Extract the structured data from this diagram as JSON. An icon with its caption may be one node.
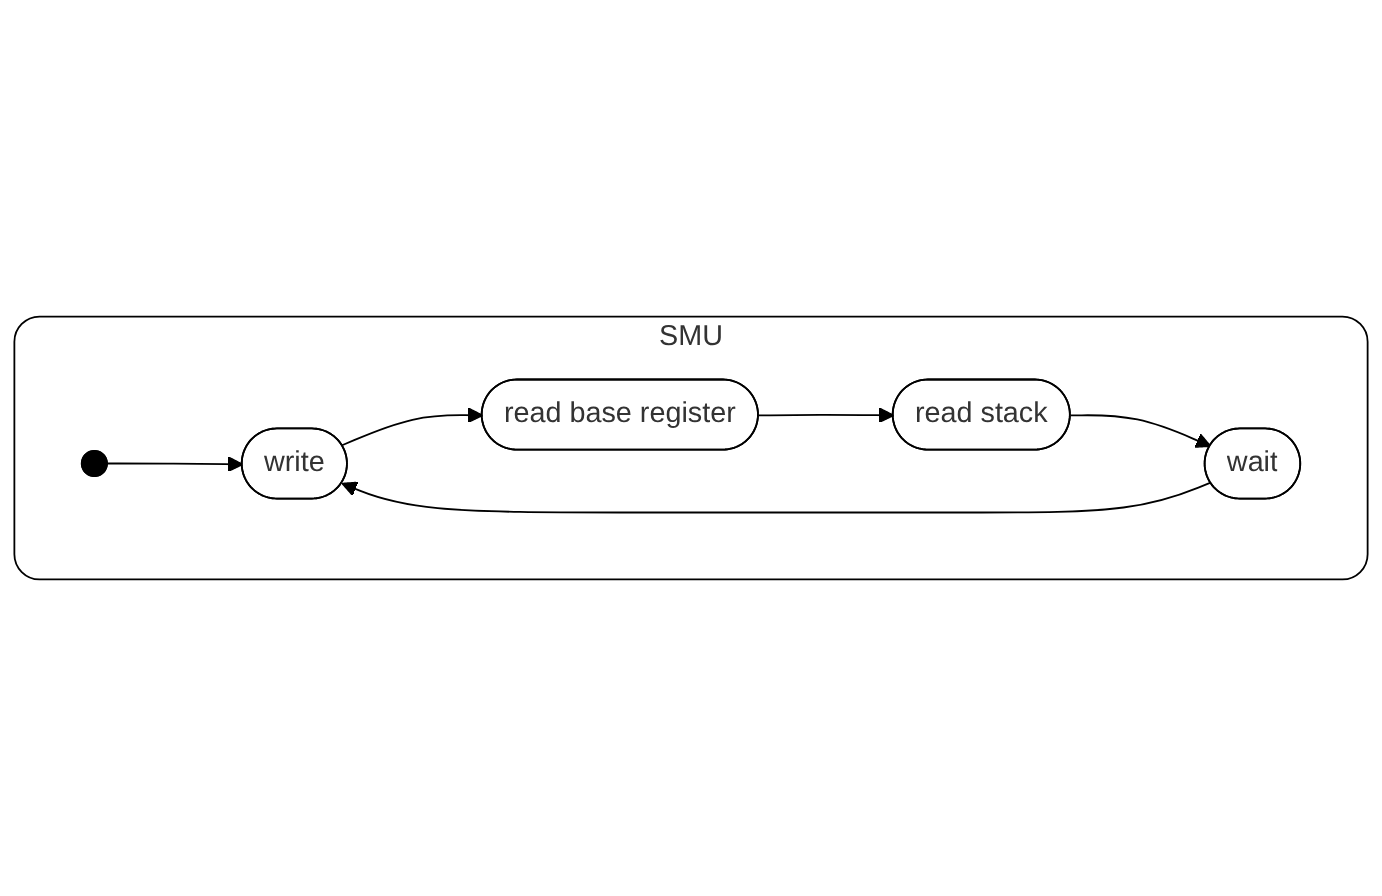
{
  "diagram": {
    "nodes": [
      {
        "text": [
          "SMU"
        ]
      },
      {
        "text": [],
        "shape": "circle",
        "in": 0
      },
      {
        "text": [
          "write"
        ],
        "in": 0
      },
      {
        "text": [
          "read base register"
        ],
        "in": 0
      },
      {
        "text": [
          "read stack"
        ],
        "in": 0
      },
      {
        "text": [
          "wait"
        ],
        "in": 0
      }
    ],
    "edges": [
      {
        "from": 1,
        "to": 2,
        "arrow": "to"
      },
      {
        "from": 2,
        "to": 3,
        "arrow": "to"
      },
      {
        "from": 3,
        "to": 4,
        "arrow": "to"
      },
      {
        "from": 4,
        "to": 5,
        "arrow": "to"
      },
      {
        "from": 5,
        "to": 2,
        "arrow": "to"
      }
    ]
  }
}
